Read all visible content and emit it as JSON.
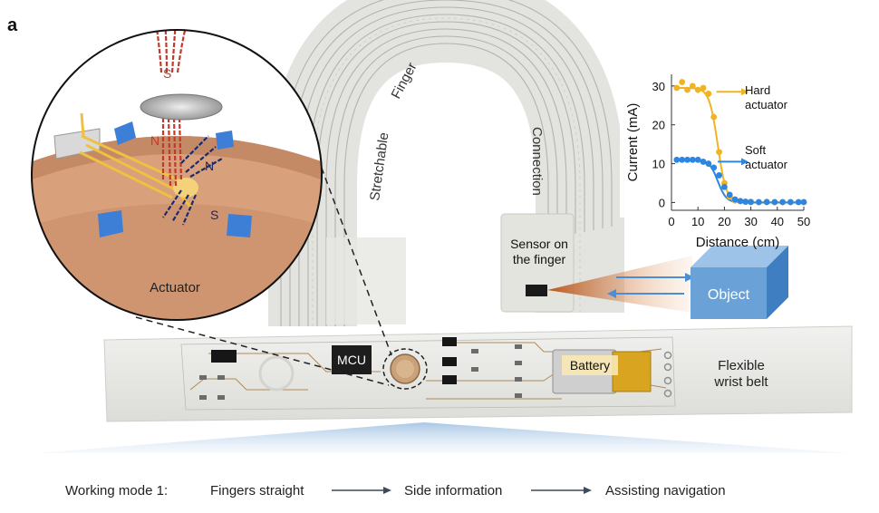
{
  "panel_letter": "a",
  "labels": {
    "stretchable": "Stretchable",
    "finger": "Finger",
    "connection": "Connection",
    "sensor_line1": "Sensor on",
    "sensor_line2": "the finger",
    "object": "Object",
    "mcu": "MCU",
    "battery": "Battery",
    "belt_line1": "Flexible",
    "belt_line2": "wrist belt",
    "actuator": "Actuator",
    "pole_s_top": "S",
    "pole_n_left": "N",
    "pole_n_right": "N",
    "pole_s_bottom": "S"
  },
  "workflow": {
    "mode_label": "Working mode 1:",
    "steps": [
      "Fingers straight",
      "Side information",
      "Assisting navigation"
    ]
  },
  "colors": {
    "hard": "#f0b323",
    "soft": "#2e86de",
    "object_face": "#6fa8dc",
    "skin": "#d9a07c",
    "field_red": "#c0392b",
    "field_navy": "#1a2a6c"
  },
  "chart_data": {
    "type": "scatter",
    "xlabel": "Distance (cm)",
    "ylabel": "Current (mA)",
    "xlim": [
      0,
      50
    ],
    "ylim": [
      -2,
      33
    ],
    "xticks": [
      0,
      10,
      20,
      30,
      40,
      50
    ],
    "yticks": [
      0,
      10,
      20,
      30
    ],
    "series": [
      {
        "name": "Hard actuator",
        "label_line1": "Hard",
        "label_line2": "actuator",
        "points": [
          [
            2,
            29.5
          ],
          [
            4,
            31
          ],
          [
            6,
            29
          ],
          [
            8,
            30
          ],
          [
            10,
            29
          ],
          [
            12,
            29.5
          ],
          [
            14,
            28
          ],
          [
            16,
            22
          ],
          [
            18,
            13
          ],
          [
            20,
            5
          ],
          [
            22,
            1.5
          ],
          [
            24,
            0.5
          ],
          [
            26,
            0.3
          ],
          [
            28,
            0.2
          ],
          [
            30,
            0.2
          ],
          [
            33,
            0.1
          ],
          [
            36,
            0.2
          ],
          [
            39,
            0.1
          ],
          [
            42,
            0.1
          ],
          [
            45,
            0.1
          ],
          [
            48,
            0.1
          ],
          [
            50,
            0.1
          ]
        ]
      },
      {
        "name": "Soft actuator",
        "label_line1": "Soft",
        "label_line2": "actuator",
        "points": [
          [
            2,
            11
          ],
          [
            4,
            11
          ],
          [
            6,
            11
          ],
          [
            8,
            11
          ],
          [
            10,
            11
          ],
          [
            12,
            10.5
          ],
          [
            14,
            10
          ],
          [
            16,
            9
          ],
          [
            18,
            7
          ],
          [
            20,
            4
          ],
          [
            22,
            2
          ],
          [
            24,
            0.8
          ],
          [
            26,
            0.4
          ],
          [
            28,
            0.2
          ],
          [
            30,
            0.1
          ],
          [
            33,
            0.1
          ],
          [
            36,
            0.1
          ],
          [
            39,
            0.1
          ],
          [
            42,
            0.1
          ],
          [
            45,
            0.1
          ],
          [
            48,
            0.1
          ],
          [
            50,
            0.1
          ]
        ]
      }
    ]
  }
}
